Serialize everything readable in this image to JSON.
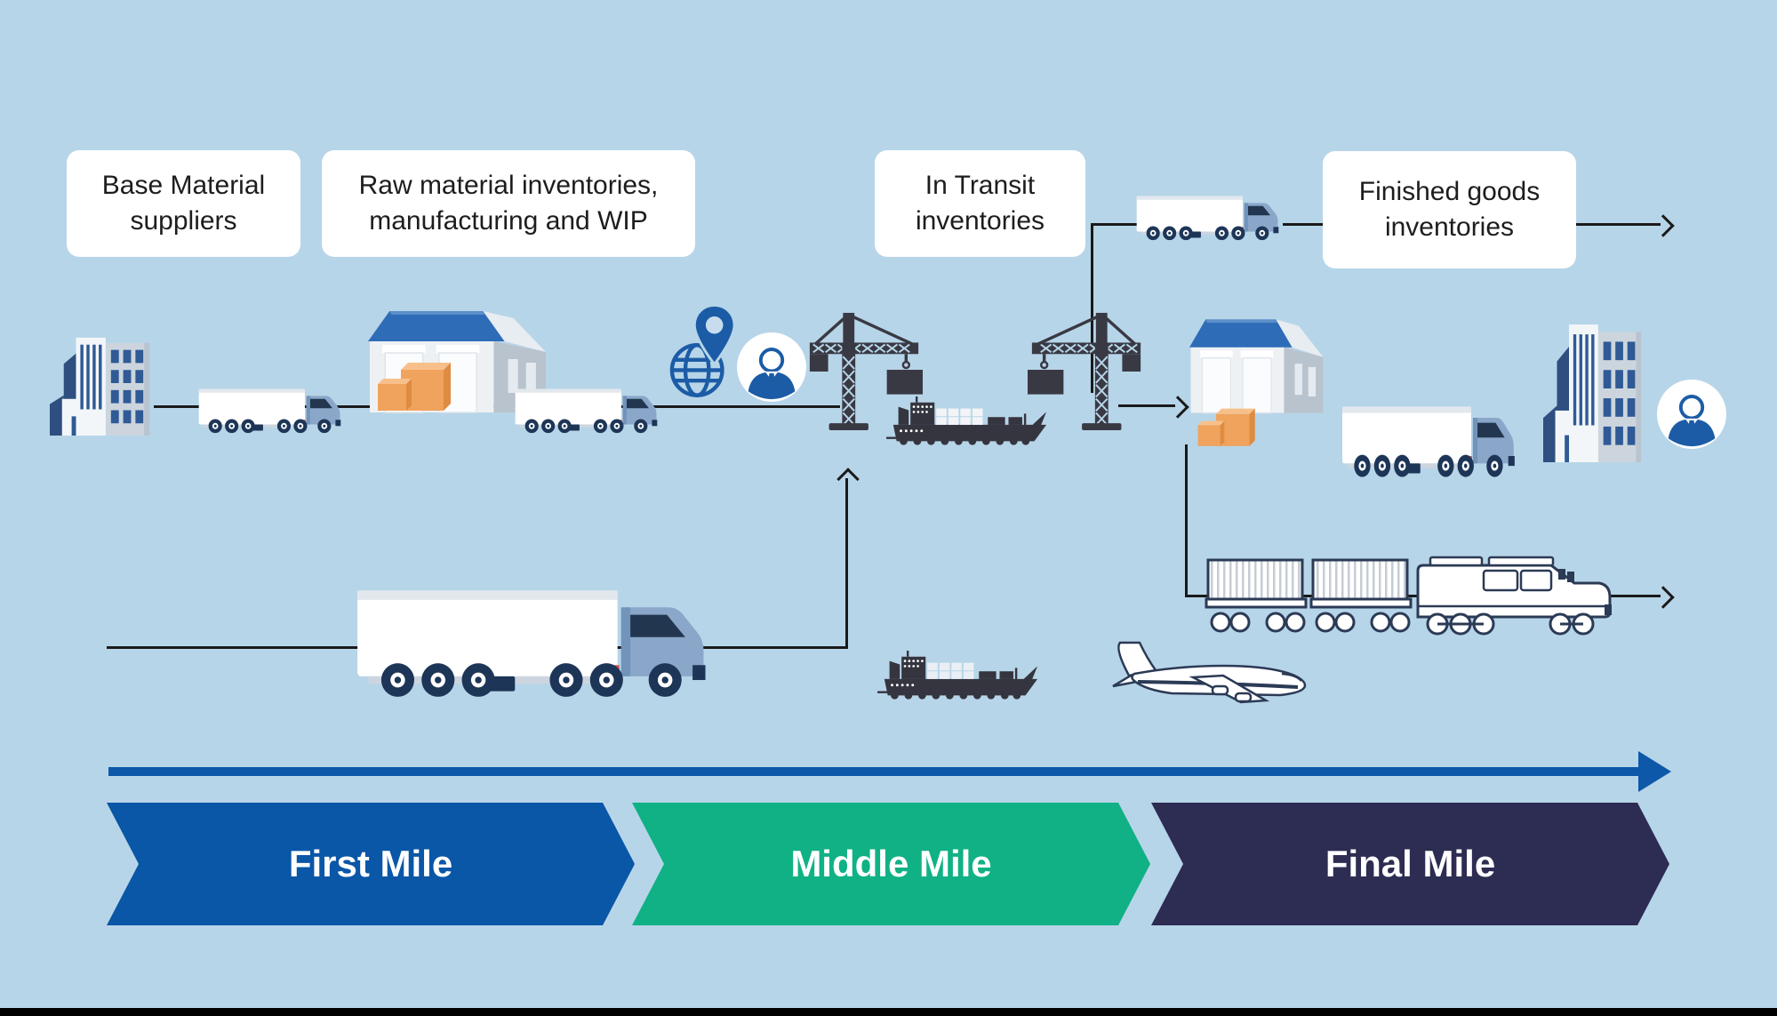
{
  "page": {
    "background": "#b7d5e8",
    "footer_bar_color": "#000000"
  },
  "labels": {
    "base_material": "Base Material suppliers",
    "raw_material": "Raw material inventories, manufacturing and WIP",
    "in_transit": "In Transit inventories",
    "finished_goods": "Finished goods inventories"
  },
  "stages": [
    {
      "label": "First Mile",
      "color": "#0a56a7"
    },
    {
      "label": "Middle Mile",
      "color": "#10b185"
    },
    {
      "label": "Final Mile",
      "color": "#2d2c52"
    }
  ],
  "icons": {
    "factory-building-icon": "blue office/factory building shape",
    "truck-icon": "white semi-trailer truck with blue cab",
    "warehouse-icon": "warehouse with blue roof and loading doors",
    "cargo-boxes-icon": "orange cardboard boxes",
    "globe-location-icon": "globe with location pin",
    "logistics-manager-icon": "person avatar in round badge",
    "harbor-crane-icon": "dark harbor crane silhouette lifting container",
    "container-ship-icon": "dark container ship silhouette",
    "freight-train-icon": "outlined freight train with two container cars",
    "cargo-plane-icon": "outlined cargo plane",
    "flow-arrow": "thin black arrow with open barb head",
    "timeline-arrow": "thick blue arrow"
  },
  "colors": {
    "background": "#b7d5e8",
    "flow_line": "#1a1a1a",
    "timeline_arrow": "#0d58a9",
    "stage_first": "#0a56a7",
    "stage_middle": "#10b185",
    "stage_final": "#2d2c52",
    "accent_blue": "#1c5ca6",
    "cargo_orange": "#f0a35c",
    "silhouette_dark": "#393944",
    "vehicle_outline": "#2b3a55"
  }
}
